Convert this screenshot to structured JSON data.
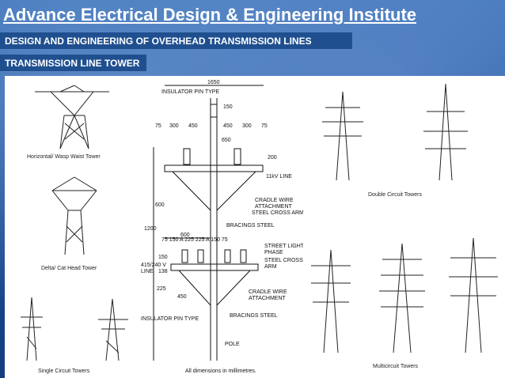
{
  "header": {
    "title": "Advance Electrical Design & Engineering Institute",
    "subtitle": "DESIGN AND ENGINEERING OF OVERHEAD TRANSMISSION LINES",
    "section": "TRANSMISSION LINE TOWER"
  },
  "captions": {
    "horizontal": "Horizontal/ Wasp Waist Tower",
    "delta": "Delta/ Cat Head Tower",
    "single": "Single Circuit Towers",
    "double": "Double Circuit Towers",
    "multi": "Multicircuit Towers"
  },
  "drawing": {
    "top_width": "1650",
    "insulator_pin_type_top": "INSULATOR PIN TYPE",
    "d150": "150",
    "d650": "650",
    "d75a": "75",
    "d300a": "300",
    "d450a": "450",
    "d450b": "450",
    "d300b": "300",
    "d75b": "75",
    "d200": "200",
    "line_11kv": "11kV LINE",
    "d600": "600",
    "d1200": "1200",
    "cradle_wire_1": "CRADLE WIRE",
    "attachment_1": "ATTACHMENT",
    "steel_cross_arm": "STEEL CROSS ARM",
    "bracings_steel_1": "BRACINGS STEEL",
    "d600b": "600",
    "lower_dims": "75 150 A 225 225 A 150 75",
    "street_light": "STREET LIGHT",
    "phase": "PHASE",
    "steel_cross": "STEEL CROSS",
    "arm": "ARM",
    "lv_line": "415/240 V",
    "line": "LINE",
    "d150b": "150",
    "d138": "138",
    "d225": "225",
    "d450c": "450",
    "cradle_wire_2": "CRADLE WIRE",
    "attachment_2": "ATTACHMENT",
    "insulator_pin_type_bottom": "INSULATOR PIN TYPE",
    "bracings_steel_2": "BRACINGS STEEL",
    "pole": "POLE",
    "note": "All dimensions in millimetres."
  }
}
